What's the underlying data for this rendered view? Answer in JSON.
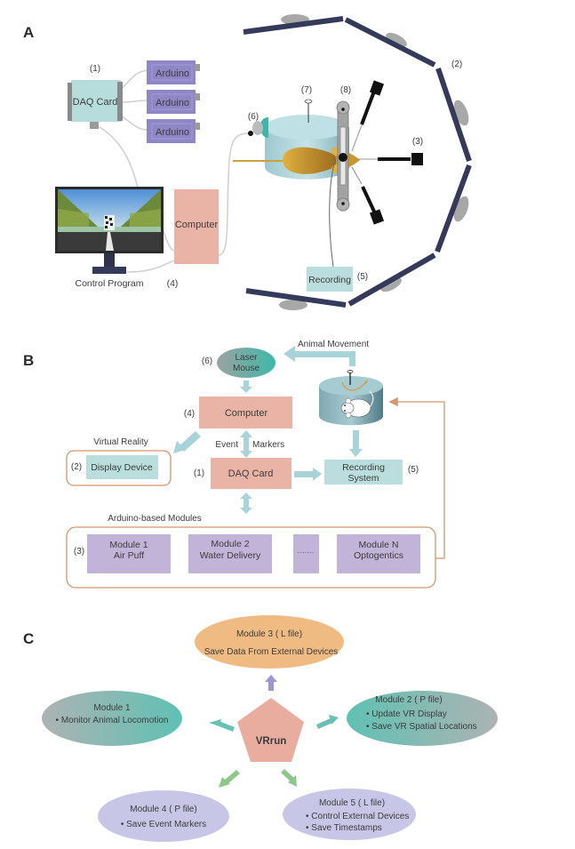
{
  "colors": {
    "daq_teal": "#b6dcdc",
    "arduino_purple": "#8f86c6",
    "computer_pink": "#e9b3a6",
    "screen_navy": "#363a5a",
    "recording_teal": "#b9dedd",
    "arrow_blue": "#a8d3d8",
    "outline_orange": "#d4966a",
    "module_lavender": "#c2b3d9",
    "module3_orange": "#efbb82",
    "module_green_teal": "#67c1b5",
    "module_gray": "#a9b0b0",
    "module45_lavender": "#c7c6e6",
    "pentagon_pink": "#e9ada0",
    "arrow_purple": "#9b98cf",
    "arrow_green": "#8ec78a"
  },
  "panel_a": {
    "panel_label": "A",
    "daq_number": "(1)",
    "daq_label": "DAQ Card",
    "arduinos": [
      "Arduino",
      "Arduino",
      "Arduino"
    ],
    "computer_label": "Computer",
    "control_program_label": "Control Program",
    "computer_number": "(4)",
    "screens_number": "(2)",
    "air_puff_number": "(3)",
    "recording_label": "Recording",
    "recording_number": "(5)",
    "laser_mouse_number": "(6)",
    "sensor_number": "(7)",
    "head_fix_number": "(8)"
  },
  "panel_b": {
    "panel_label": "B",
    "laser_mouse": {
      "number": "(6)",
      "line1": "Laser",
      "line2": "Mouse"
    },
    "animal_movement_label": "Animal  Movement",
    "computer": {
      "number": "(4)",
      "label": "Computer"
    },
    "virtual_reality_label": "Virtual Reality",
    "display_device": {
      "number": "(2)",
      "label": "Display Device"
    },
    "event_label": "Event",
    "markers_label": "Markers",
    "daq_card": {
      "number": "(1)",
      "label": "DAQ Card"
    },
    "recording_system": {
      "number": "(5)",
      "line1": "Recording",
      "line2": "System"
    },
    "arduino_modules_label": "Arduino-based Modules",
    "modules_number": "(3)",
    "modules": [
      {
        "line1": "Module 1",
        "line2": "Air Puff"
      },
      {
        "line1": "Module 2",
        "line2": "Water  Delivery"
      },
      {
        "line1": "·······",
        "line2": ""
      },
      {
        "line1": "Module N",
        "line2": "Optogentics"
      }
    ]
  },
  "panel_c": {
    "panel_label": "C",
    "center_label": "VRrun",
    "module3": {
      "title": "Module 3   ( L file)",
      "items": [
        "Save Data From External Devices"
      ]
    },
    "module1": {
      "title": "Module 1",
      "items": [
        "• Monitor Animal Locomotion"
      ]
    },
    "module2": {
      "title": "Module 2   ( P file)",
      "items": [
        "•  Update VR Display",
        "•  Save VR Spatial Locations"
      ]
    },
    "module4": {
      "title": "Module 4  ( P file)",
      "items": [
        "•  Save Event Markers"
      ]
    },
    "module5": {
      "title": "Module 5    ( L file)",
      "items": [
        "•  Control External Devices",
        "•  Save Timestamps"
      ]
    }
  }
}
